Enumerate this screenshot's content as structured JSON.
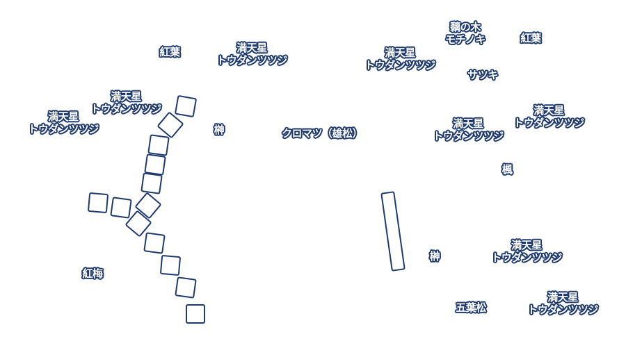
{
  "colors": {
    "outline": "#1e3a6e",
    "text": "#ffffff",
    "background": "#ffffff"
  },
  "labels": [
    {
      "id": "koyo-1",
      "lines": [
        "紅葉"
      ]
    },
    {
      "id": "dodan-1",
      "lines": [
        "満天星",
        "トウダンツツジ"
      ]
    },
    {
      "id": "dodan-2",
      "lines": [
        "満天星",
        "トウダンツツジ"
      ]
    },
    {
      "id": "dodan-3",
      "lines": [
        "満天星",
        "トウダンツツジ"
      ]
    },
    {
      "id": "sakaki-1",
      "lines": [
        "榊"
      ]
    },
    {
      "id": "kuromatsu",
      "lines": [
        "クロマツ（雄松）"
      ]
    },
    {
      "id": "kobai",
      "lines": [
        "紅梅"
      ]
    },
    {
      "id": "mochinoki",
      "lines": [
        "黐の木",
        "モチノキ"
      ]
    },
    {
      "id": "koyo-2",
      "lines": [
        "紅葉"
      ]
    },
    {
      "id": "dodan-4",
      "lines": [
        "満天星",
        "トウダンツツジ"
      ]
    },
    {
      "id": "satsuki",
      "lines": [
        "サツキ"
      ]
    },
    {
      "id": "dodan-5",
      "lines": [
        "満天星",
        "トウダンツツジ"
      ]
    },
    {
      "id": "dodan-6",
      "lines": [
        "満天星",
        "トウダンツツジ"
      ]
    },
    {
      "id": "kaede",
      "lines": [
        "楓"
      ]
    },
    {
      "id": "sakaki-2",
      "lines": [
        "榊"
      ]
    },
    {
      "id": "dodan-7",
      "lines": [
        "満天星",
        "トウダンツツジ"
      ]
    },
    {
      "id": "goyomatsu",
      "lines": [
        "五葉松"
      ]
    },
    {
      "id": "dodan-8",
      "lines": [
        "満天星",
        "トウダンツツジ"
      ]
    }
  ]
}
